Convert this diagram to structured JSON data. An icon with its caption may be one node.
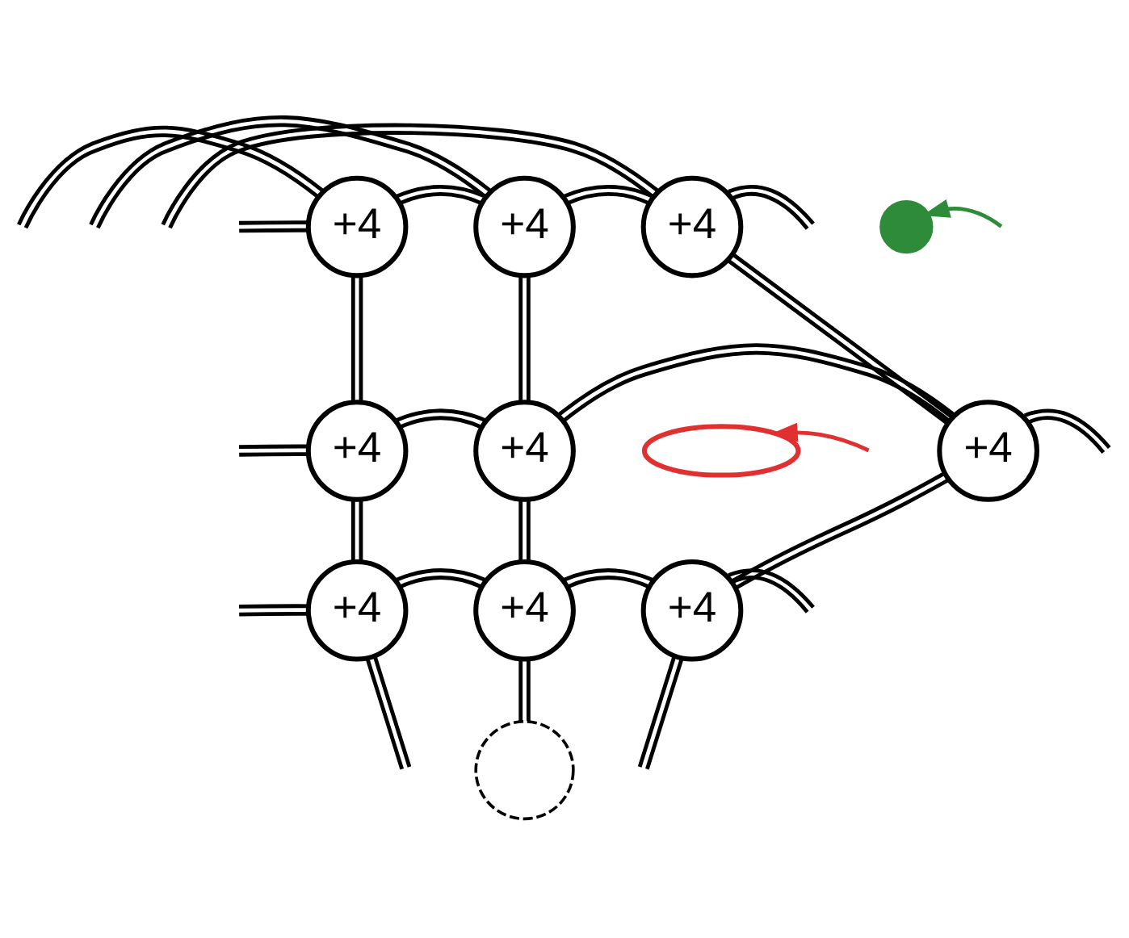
{
  "diagram": {
    "nodes": [
      {
        "text": [
          "+4"
        ]
      },
      {
        "text": [
          "+4"
        ]
      },
      {
        "text": [
          "+4"
        ]
      },
      {
        "text": [
          "+4"
        ]
      },
      {
        "text": [
          "+4"
        ]
      },
      {
        "text": [
          "+4"
        ]
      },
      {
        "text": [
          "+4"
        ]
      },
      {
        "text": [
          "+4"
        ]
      },
      {
        "text": [
          "+4"
        ]
      },
      {
        "text": [],
        "shape": "circle"
      },
      {
        "text": [],
        "shape": "ellipse"
      },
      {
        "text": [],
        "shape": "circle"
      }
    ],
    "edges": [
      {
        "from": 0,
        "to": 1,
        "arrow": "none"
      },
      {
        "from": 1,
        "to": 2,
        "arrow": "none"
      },
      {
        "from": 0,
        "to": 3,
        "arrow": "none"
      },
      {
        "from": 1,
        "to": 4,
        "arrow": "none"
      },
      {
        "from": 2,
        "to": 5,
        "arrow": "none"
      },
      {
        "from": 3,
        "to": 4,
        "arrow": "none"
      },
      {
        "from": 4,
        "to": 5,
        "arrow": "none"
      },
      {
        "from": 3,
        "to": 6,
        "arrow": "none"
      },
      {
        "from": 4,
        "to": 7,
        "arrow": "none"
      },
      {
        "from": 5,
        "to": 8,
        "arrow": "none"
      },
      {
        "from": 6,
        "to": 7,
        "arrow": "none"
      },
      {
        "from": 7,
        "to": 8,
        "arrow": "none"
      },
      {
        "from": 0,
        "to": null,
        "arrow": "none"
      },
      {
        "from": 0,
        "to": null,
        "arrow": "none"
      },
      {
        "from": 1,
        "to": null,
        "arrow": "none"
      },
      {
        "from": 2,
        "to": null,
        "arrow": "none"
      },
      {
        "from": 2,
        "to": null,
        "arrow": "none"
      },
      {
        "from": 3,
        "to": null,
        "arrow": "none"
      },
      {
        "from": 5,
        "to": null,
        "arrow": "none"
      },
      {
        "from": 6,
        "to": null,
        "arrow": "none"
      },
      {
        "from": 6,
        "to": null,
        "arrow": "none"
      },
      {
        "from": 7,
        "to": 11,
        "arrow": "none"
      },
      {
        "from": 8,
        "to": null,
        "arrow": "none"
      },
      {
        "from": 8,
        "to": null,
        "arrow": "none"
      },
      {
        "from": null,
        "to": 9,
        "arrow": "to",
        "color": "#2e8b3a"
      },
      {
        "from": null,
        "to": 10,
        "arrow": "to",
        "color": "#e03030"
      }
    ]
  }
}
